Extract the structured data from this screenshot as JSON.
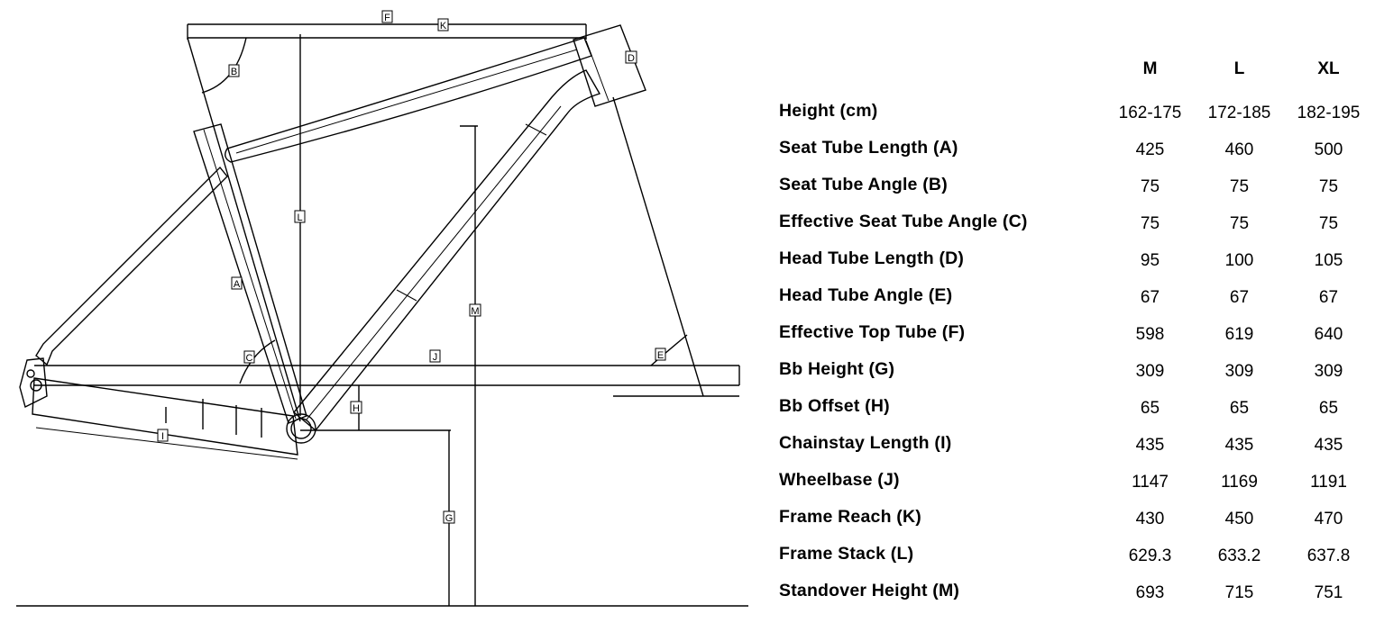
{
  "diagram": {
    "dimension_labels": {
      "A": "A",
      "B": "B",
      "C": "C",
      "D": "D",
      "E": "E",
      "F": "F",
      "G": "G",
      "H": "H",
      "I": "I",
      "J": "J",
      "K": "K",
      "L": "L",
      "M": "M"
    }
  },
  "table": {
    "columns": [
      "M",
      "L",
      "XL"
    ],
    "rows": [
      {
        "label": "Height (cm)",
        "values": [
          "162-175",
          "172-185",
          "182-195"
        ]
      },
      {
        "label": "Seat Tube Length (A)",
        "values": [
          "425",
          "460",
          "500"
        ]
      },
      {
        "label": "Seat Tube Angle (B)",
        "values": [
          "75",
          "75",
          "75"
        ]
      },
      {
        "label": "Effective Seat Tube Angle (C)",
        "values": [
          "75",
          "75",
          "75"
        ]
      },
      {
        "label": "Head Tube Length (D)",
        "values": [
          "95",
          "100",
          "105"
        ]
      },
      {
        "label": "Head Tube Angle (E)",
        "values": [
          "67",
          "67",
          "67"
        ]
      },
      {
        "label": "Effective Top Tube (F)",
        "values": [
          "598",
          "619",
          "640"
        ]
      },
      {
        "label": "Bb Height (G)",
        "values": [
          "309",
          "309",
          "309"
        ]
      },
      {
        "label": "Bb Offset (H)",
        "values": [
          "65",
          "65",
          "65"
        ]
      },
      {
        "label": "Chainstay Length (I)",
        "values": [
          "435",
          "435",
          "435"
        ]
      },
      {
        "label": "Wheelbase (J)",
        "values": [
          "1147",
          "1169",
          "1191"
        ]
      },
      {
        "label": "Frame Reach (K)",
        "values": [
          "430",
          "450",
          "470"
        ]
      },
      {
        "label": "Frame Stack (L)",
        "values": [
          "629.3",
          "633.2",
          "637.8"
        ]
      },
      {
        "label": "Standover Height (M)",
        "values": [
          "693",
          "715",
          "751"
        ]
      }
    ]
  }
}
